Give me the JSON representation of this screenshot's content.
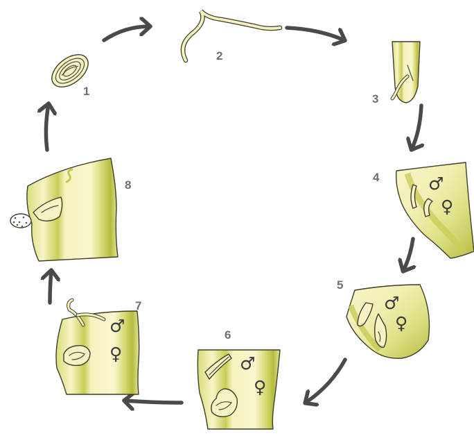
{
  "stages": [
    {
      "number": "1",
      "icon": "egg-icon"
    },
    {
      "number": "2",
      "icon": "juvenile-nematode-icon"
    },
    {
      "number": "3",
      "icon": "root-tip-penetration-icon"
    },
    {
      "number": "4",
      "icon": "root-with-juveniles-icon",
      "symbols": [
        "♂",
        "♀"
      ]
    },
    {
      "number": "5",
      "icon": "root-with-developing-females-icon",
      "symbols": [
        "♂",
        "♀"
      ]
    },
    {
      "number": "6",
      "icon": "root-with-swollen-female-icon",
      "symbols": [
        "♂",
        "♀"
      ]
    },
    {
      "number": "7",
      "icon": "root-with-male-leaving-icon",
      "symbols": [
        "♂",
        "♀"
      ]
    },
    {
      "number": "8",
      "icon": "root-gall-with-egg-mass-icon"
    }
  ],
  "colors": {
    "root_light": "#f6f3bf",
    "root_mid": "#e5e79a",
    "root_dark": "#b6bb3f",
    "arrow": "#4a4a4a",
    "label": "#6e6e6e"
  }
}
